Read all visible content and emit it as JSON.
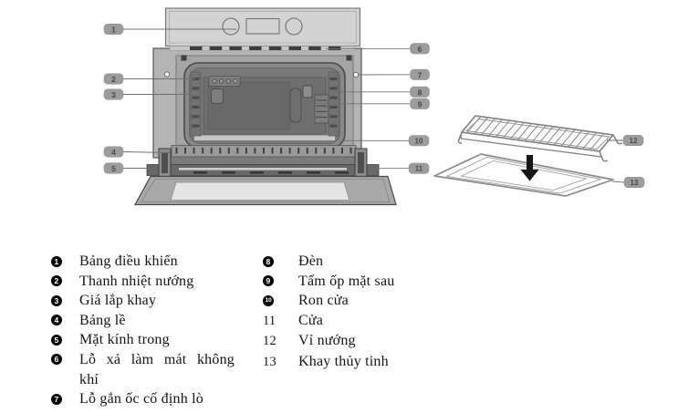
{
  "page": {
    "kind": "appliance-manual-parts-diagram",
    "background": "#ffffff"
  },
  "diagram": {
    "name": "built-in-oven-exploded-view",
    "callouts": [
      {
        "label": "1"
      },
      {
        "label": "2"
      },
      {
        "label": "3"
      },
      {
        "label": "4"
      },
      {
        "label": "5"
      },
      {
        "label": "6"
      },
      {
        "label": "7"
      },
      {
        "label": "8"
      },
      {
        "label": "9"
      },
      {
        "label": "10"
      },
      {
        "label": "11"
      },
      {
        "label": "12"
      },
      {
        "label": "13"
      }
    ]
  },
  "legend": {
    "left": [
      {
        "num": "1",
        "badge": true,
        "text": "Bảng điều khiển"
      },
      {
        "num": "2",
        "badge": true,
        "text": "Thanh nhiệt nướng"
      },
      {
        "num": "3",
        "badge": true,
        "text": "Giá lắp khay"
      },
      {
        "num": "4",
        "badge": true,
        "text": "Bảng lề"
      },
      {
        "num": "5",
        "badge": true,
        "text": "Mặt kính trong"
      },
      {
        "num": "6",
        "badge": true,
        "text": "Lỗ xả làm mát không",
        "text2": "khí"
      },
      {
        "num": "7",
        "badge": true,
        "text": "Lỗ gắn ốc cố định lò"
      }
    ],
    "right": [
      {
        "num": "8",
        "badge": true,
        "text": "Đèn"
      },
      {
        "num": "9",
        "badge": true,
        "text": "Tấm ốp mặt sau"
      },
      {
        "num": "10",
        "badge": true,
        "text": "Ron cửa"
      },
      {
        "num": "11",
        "badge": false,
        "text": "Cửa"
      },
      {
        "num": "12",
        "badge": false,
        "text": "Vỉ nướng"
      },
      {
        "num": "13",
        "badge": false,
        "text": "Khay thủy tinh"
      }
    ]
  },
  "colors": {
    "badge": "#000000",
    "legend_text": "#141414",
    "callout_fill": "#9c9c9c",
    "callout_number": "#474747",
    "leader_line": "#707070"
  }
}
